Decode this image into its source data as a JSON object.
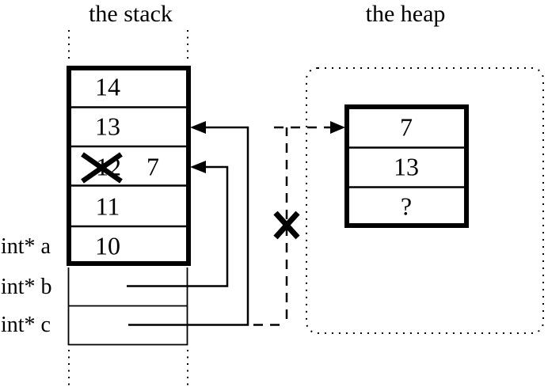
{
  "diagram": {
    "colors": {
      "ink": "#000000",
      "background": "#ffffff"
    },
    "stack": {
      "title": "the stack",
      "cells": [
        {
          "value": "14"
        },
        {
          "value": "13"
        },
        {
          "old_value": "12",
          "new_value": "7",
          "crossed_out": true
        },
        {
          "value": "11"
        },
        {
          "value": "10"
        }
      ],
      "pointer_labels": [
        {
          "label": "int* a"
        },
        {
          "label": "int* b"
        },
        {
          "label": "int* c"
        }
      ]
    },
    "heap": {
      "title": "the heap",
      "cells": [
        {
          "value": "7"
        },
        {
          "value": "13"
        },
        {
          "value": "?"
        }
      ]
    }
  }
}
